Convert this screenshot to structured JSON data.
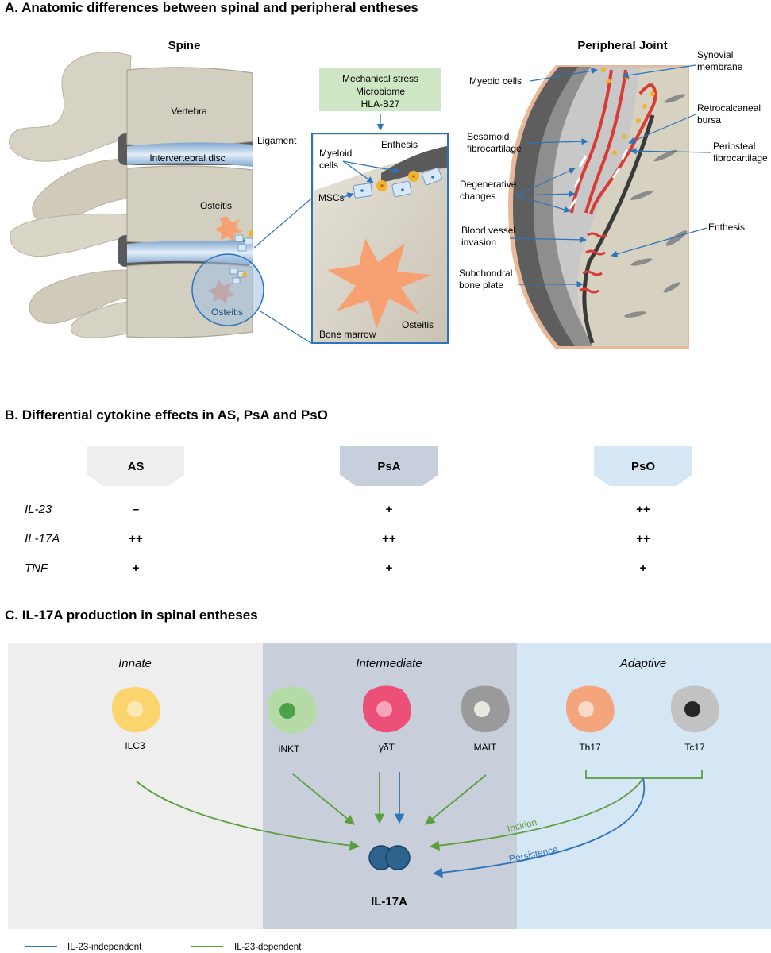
{
  "section_a": {
    "title": "A. Anatomic differences between spinal and peripheral entheses",
    "spine": {
      "heading": "Spine",
      "vertebra": "Vertebra",
      "disc": "Intervertebral disc",
      "ligament": "Ligament",
      "osteitis_upper": "Osteitis",
      "osteitis_circle": "Osteitis"
    },
    "triggers": [
      "Mechanical stress",
      "Microbiome",
      "HLA-B27"
    ],
    "zoom": {
      "enthesis": "Enthesis",
      "myeloid": [
        "Myeloid",
        "cells"
      ],
      "mscs": "MSCs",
      "bone_marrow": "Bone marrow",
      "osteitis": "Osteitis"
    },
    "peripheral": {
      "heading": "Peripheral Joint",
      "myeloid_cells": "Myeoid cells",
      "synovial": [
        "Synovial",
        "membrane"
      ],
      "retrocalcaneal": [
        "Retrocalcaneal",
        "bursa"
      ],
      "sesamoid": [
        "Sesamoid",
        "fibrocartilage"
      ],
      "periosteal": [
        "Periosteal",
        "fibrocartilage"
      ],
      "degenerative": [
        "Degenerative",
        "changes"
      ],
      "blood_vessel": [
        "Blood vessel",
        "invasion"
      ],
      "enthesis": "Enthesis",
      "subchondral": [
        "Subchondral",
        "bone plate"
      ]
    }
  },
  "section_b": {
    "title": "B. Differential cytokine effects in AS, PsA and PsO",
    "columns": [
      {
        "label": "AS",
        "color": "#eeeeee"
      },
      {
        "label": "PsA",
        "color": "#c7cfdc"
      },
      {
        "label": "PsO",
        "color": "#d5e6f5"
      }
    ],
    "rows": [
      {
        "name": "IL-23",
        "values": [
          "–",
          "+",
          "++"
        ]
      },
      {
        "name": "IL-17A",
        "values": [
          "++",
          "++",
          "++"
        ]
      },
      {
        "name": "TNF",
        "values": [
          "+",
          "+",
          "+"
        ]
      }
    ]
  },
  "section_c": {
    "title": "C. IL-17A production in spinal entheses",
    "panels": [
      {
        "label": "Innate",
        "color": "#eeeeee"
      },
      {
        "label": "Intermediate",
        "color": "#c8cfdb"
      },
      {
        "label": "Adaptive",
        "color": "#d5e6f5"
      }
    ],
    "cells": [
      {
        "label": "ILC3",
        "body": "#fbd46e",
        "nucleus": "#fde9b5"
      },
      {
        "label": "iNKT",
        "body": "#b4dba5",
        "nucleus": "#4ca24a"
      },
      {
        "label": "γδT",
        "body": "#ec4f77",
        "nucleus": "#f7a3bb"
      },
      {
        "label": "MAIT",
        "body": "#9a9a9a",
        "nucleus": "#e8e8e0"
      },
      {
        "label": "Th17",
        "body": "#f4a57c",
        "nucleus": "#fad9c6"
      },
      {
        "label": "Tc17",
        "body": "#c2c2c2",
        "nucleus": "#262626"
      }
    ],
    "il17a": "IL-17A",
    "initiation": "Initition",
    "persistence": "Persistence",
    "legend": [
      {
        "label": "IL-23-independent",
        "color": "#2d74b8"
      },
      {
        "label": "IL-23-dependent",
        "color": "#5b9e3d"
      }
    ]
  }
}
